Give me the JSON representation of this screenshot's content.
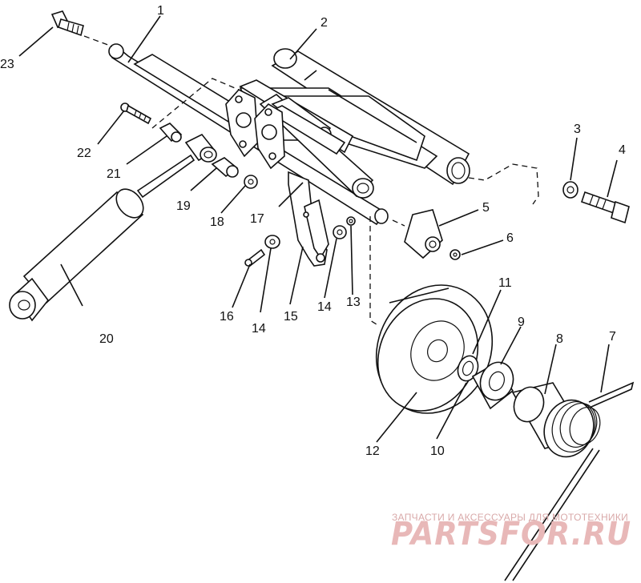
{
  "labels": [
    "1",
    "2",
    "3",
    "4",
    "5",
    "6",
    "7",
    "8",
    "9",
    "10",
    "11",
    "12",
    "13",
    "14",
    "14",
    "15",
    "16",
    "17",
    "18",
    "19",
    "20",
    "21",
    "22",
    "23"
  ],
  "watermark": {
    "line1": "ЗАПЧАСТИ И АКСЕССУАРЫ ДЛЯ МОТОТЕХНИКИ",
    "line2": "PARTSFOR.RU"
  }
}
